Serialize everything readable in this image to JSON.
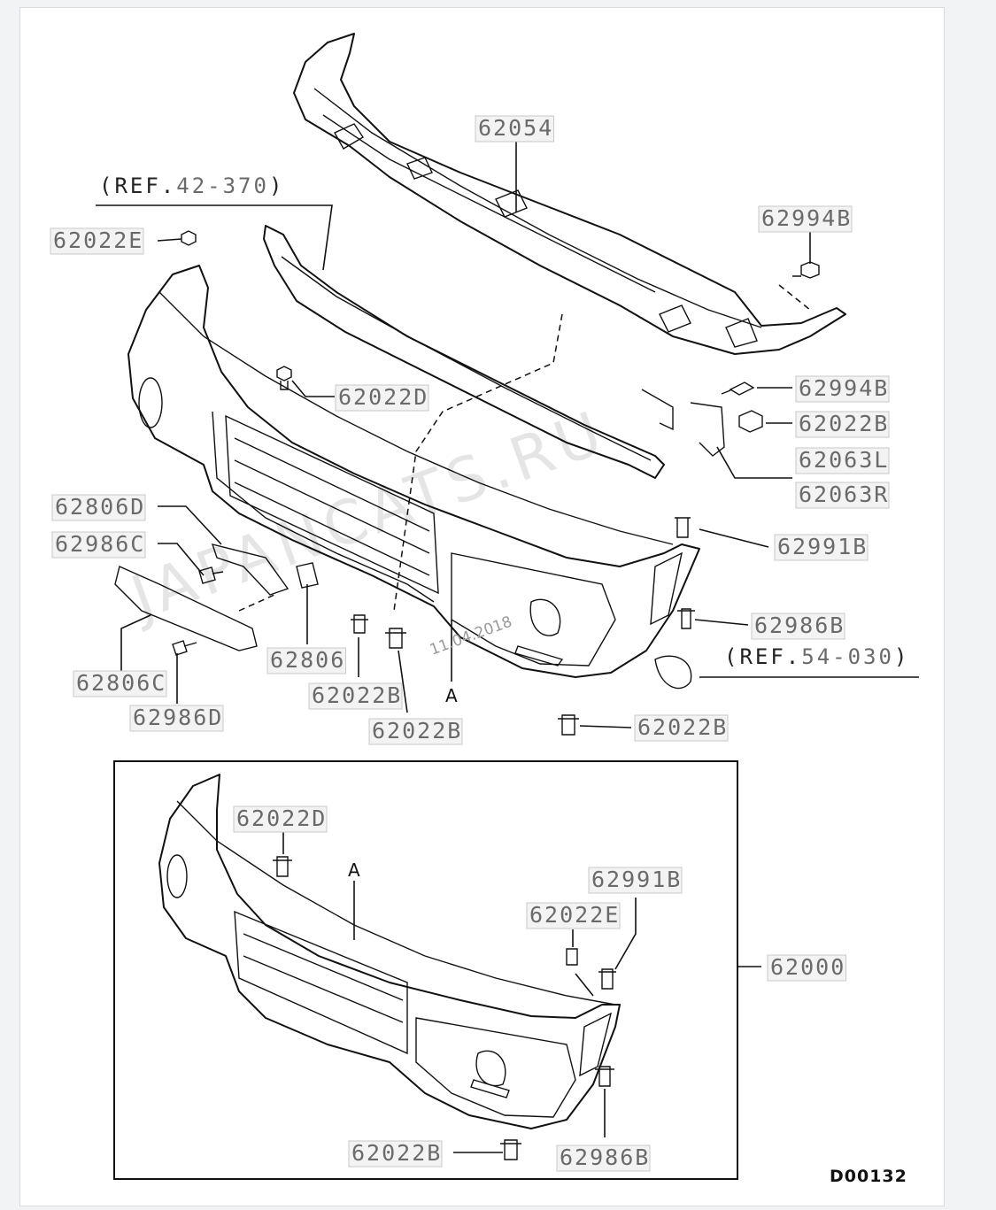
{
  "diagram": {
    "id": "D00132",
    "watermark": "JAPANCATS.RU",
    "date_stamp": "11.04.2018",
    "refs": [
      {
        "prefix": "(REF.",
        "number": "42-370",
        "suffix": ")"
      },
      {
        "prefix": "(REF.",
        "number": "54-030",
        "suffix": ")"
      }
    ],
    "view_marker": "A",
    "labels": [
      "62054",
      "62994B",
      "62022E",
      "62022D",
      "62994B",
      "62022B",
      "62063L",
      "62063R",
      "62806D",
      "62986C",
      "62991B",
      "62986B",
      "62806",
      "62806C",
      "62022B",
      "62022B",
      "62986D",
      "62022B",
      "62022D",
      "62991B",
      "62022E",
      "62000",
      "62022B",
      "62986B"
    ]
  }
}
